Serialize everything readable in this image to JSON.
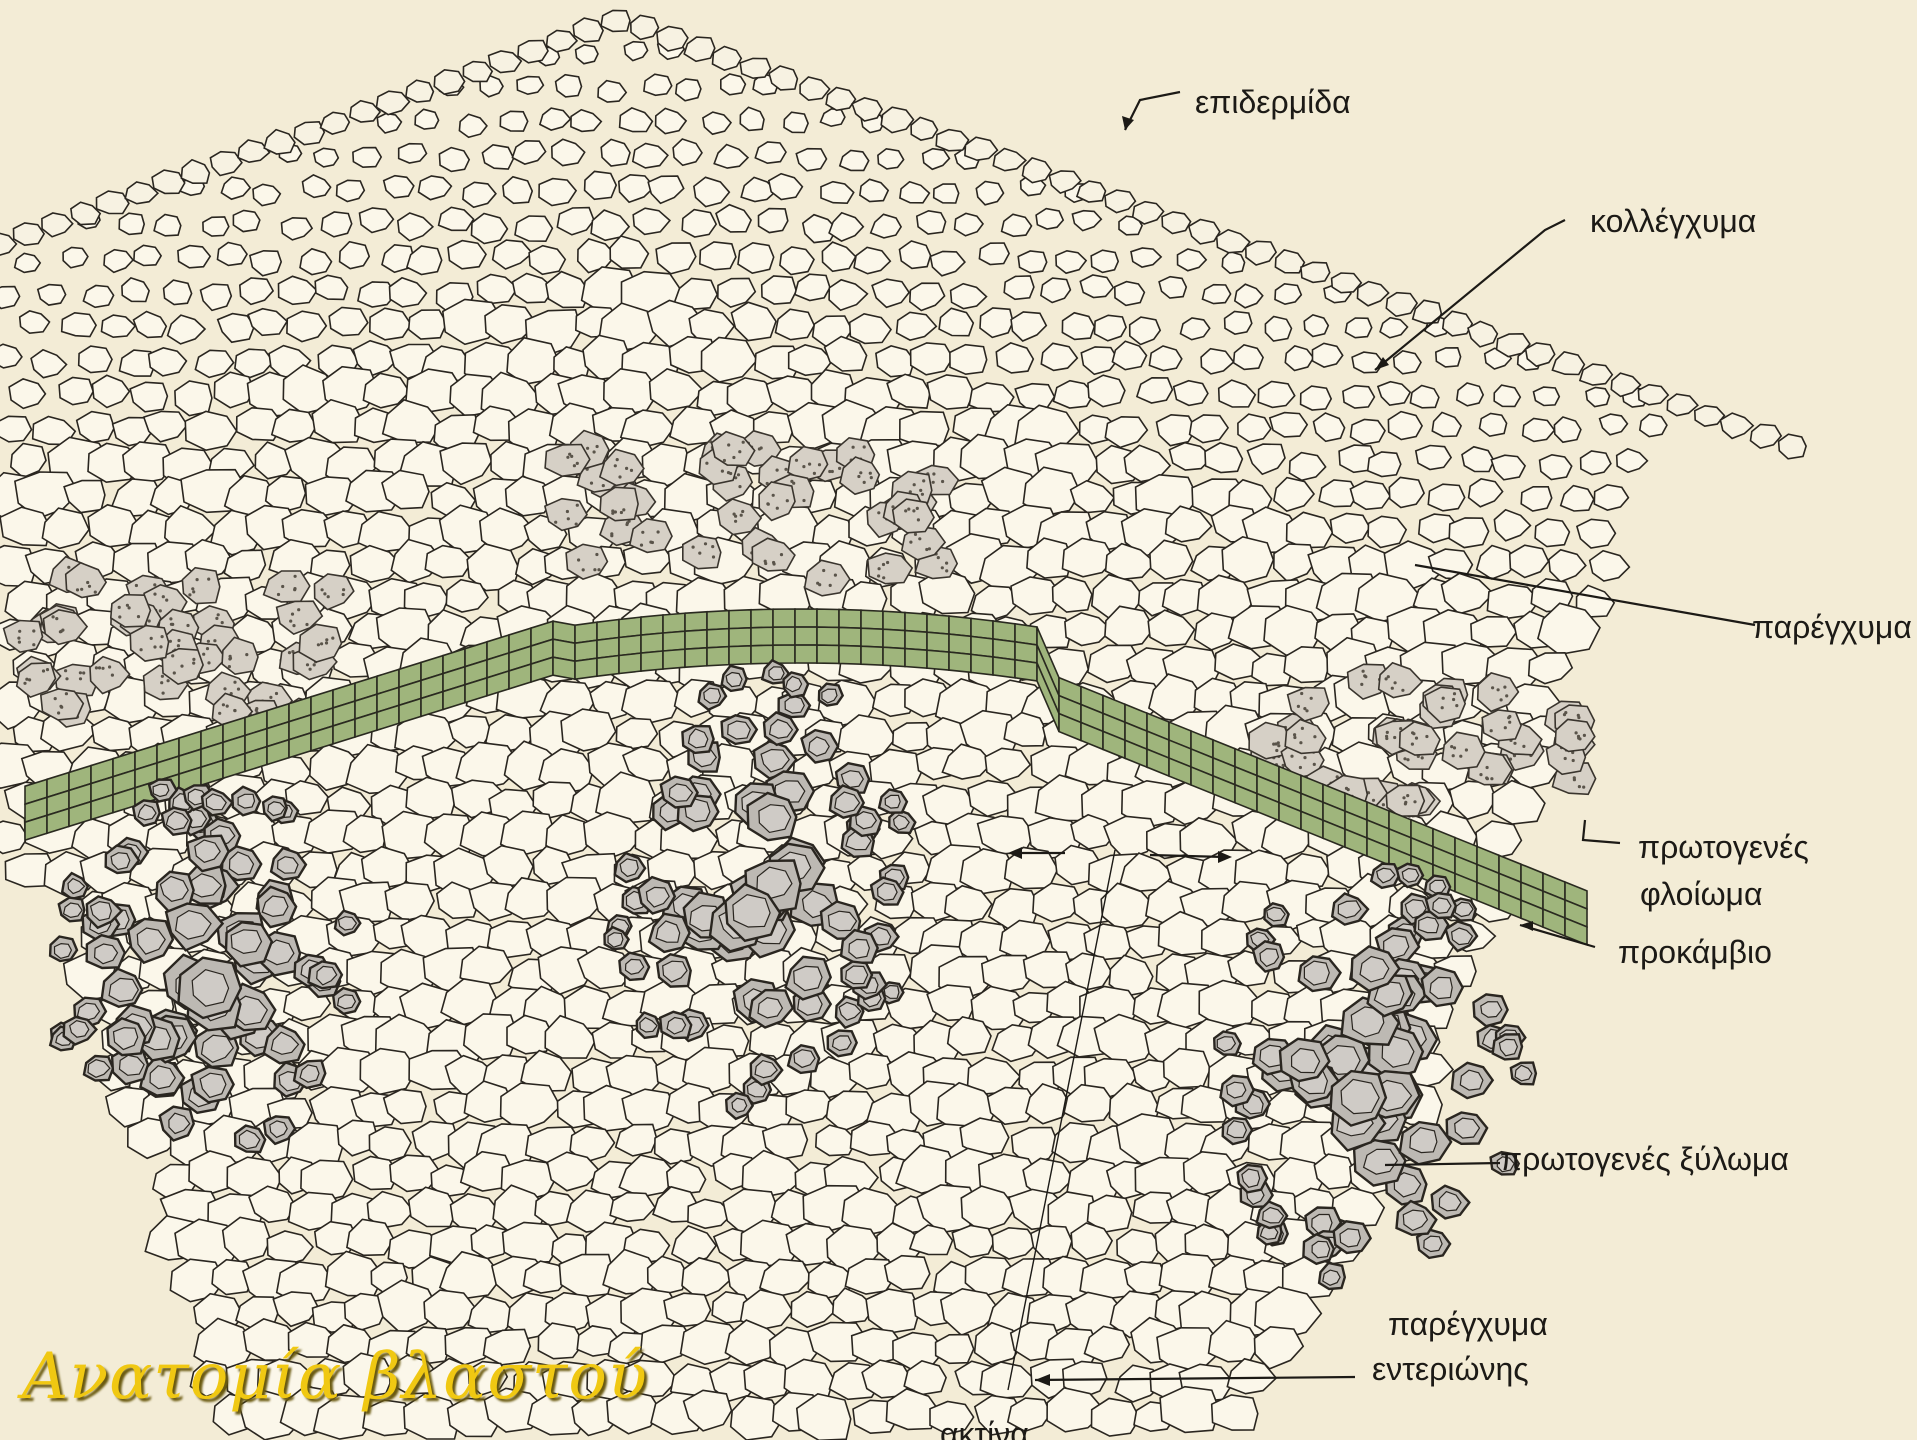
{
  "title": "Ανατομία βλαστού",
  "labels": {
    "epidermis": "επιδερμίδα",
    "collenchyma": "κολλέγχυμα",
    "parenchyma": "παρέγχυμα",
    "primary_phloem_line1": "πρωτογενές",
    "primary_phloem_line2": "φλοίωμα",
    "procambium": "προκάμβιο",
    "primary_xylem": "πρωτογενές ξύλωμα",
    "pith_parenchyma_line1": "παρέγχυμα",
    "pith_parenchyma_line2": "εντεριώνης",
    "ray": "ακτίνα"
  },
  "colors": {
    "background": "#f3ecd6",
    "procambium_band": "#9fb57c",
    "xylem": "#bdb9b3",
    "phloem": "#d6d0c6",
    "title": "#f0c812"
  }
}
